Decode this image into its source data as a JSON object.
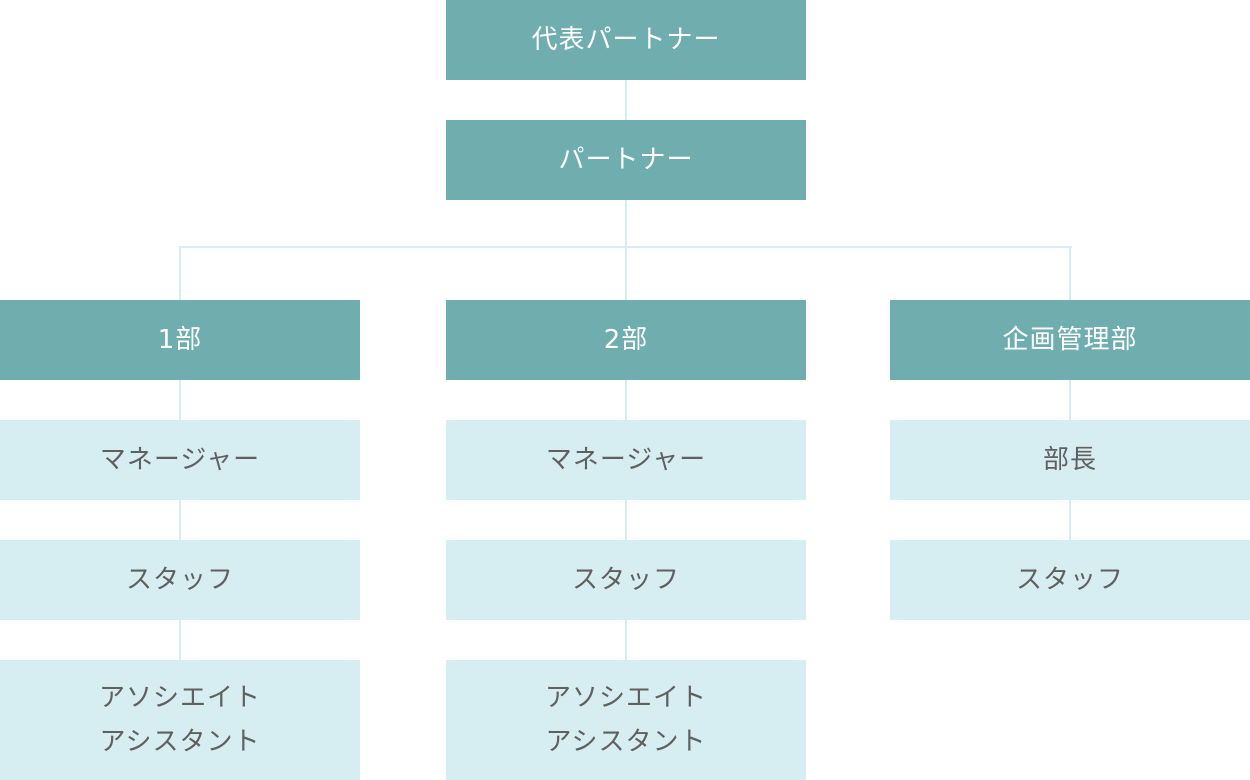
{
  "org_chart": {
    "top": "代表パートナー",
    "partner": "パートナー",
    "departments": [
      {
        "name": "1部",
        "roles": [
          "マネージャー",
          "スタッフ",
          "アソシエイト\nアシスタント"
        ]
      },
      {
        "name": "2部",
        "roles": [
          "マネージャー",
          "スタッフ",
          "アソシエイト\nアシスタント"
        ]
      },
      {
        "name": "企画管理部",
        "roles": [
          "部長",
          "スタッフ"
        ]
      }
    ]
  },
  "colors": {
    "dark_box": "#6fadaf",
    "light_box": "#d6eef2",
    "connector": "#d6eef2",
    "light_text": "#606060",
    "dark_text": "#ffffff"
  }
}
